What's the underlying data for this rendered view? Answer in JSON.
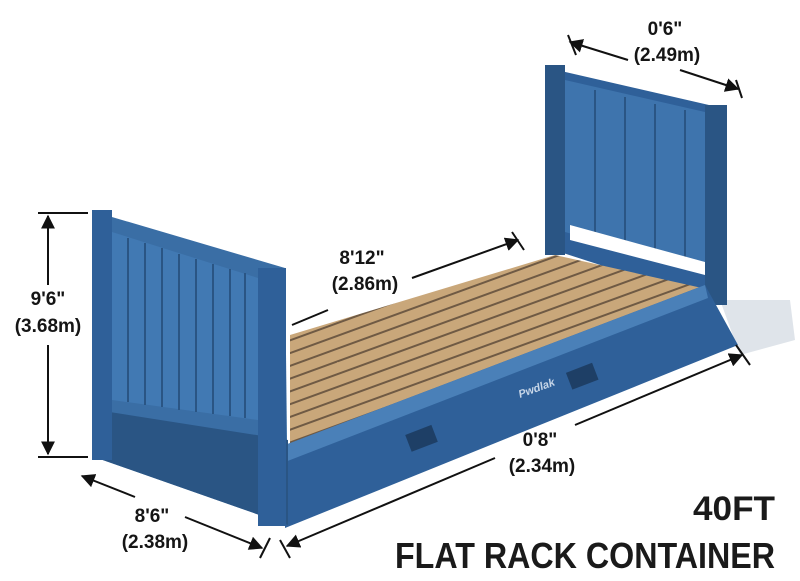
{
  "title": {
    "line1": "40FT",
    "line2": "FLAT RACK CONTAINER"
  },
  "dimensions": {
    "height": {
      "imperial": "9'6\"",
      "metric": "(3.68m)"
    },
    "end_width": {
      "imperial": "8'6\"",
      "metric": "(2.38m)"
    },
    "length": {
      "imperial": "0'8\"",
      "metric": "(2.34m)"
    },
    "deck_depth": {
      "imperial": "8'12\"",
      "metric": "(2.86m)"
    },
    "rear_width": {
      "imperial": "0'6\"",
      "metric": "(2.49m)"
    }
  },
  "container_markings": {
    "side": "Pwdlak"
  },
  "colors": {
    "container": "#3a6ea5",
    "container_dark": "#2a5584",
    "deck": "#c9a77a",
    "text": "#151515"
  }
}
